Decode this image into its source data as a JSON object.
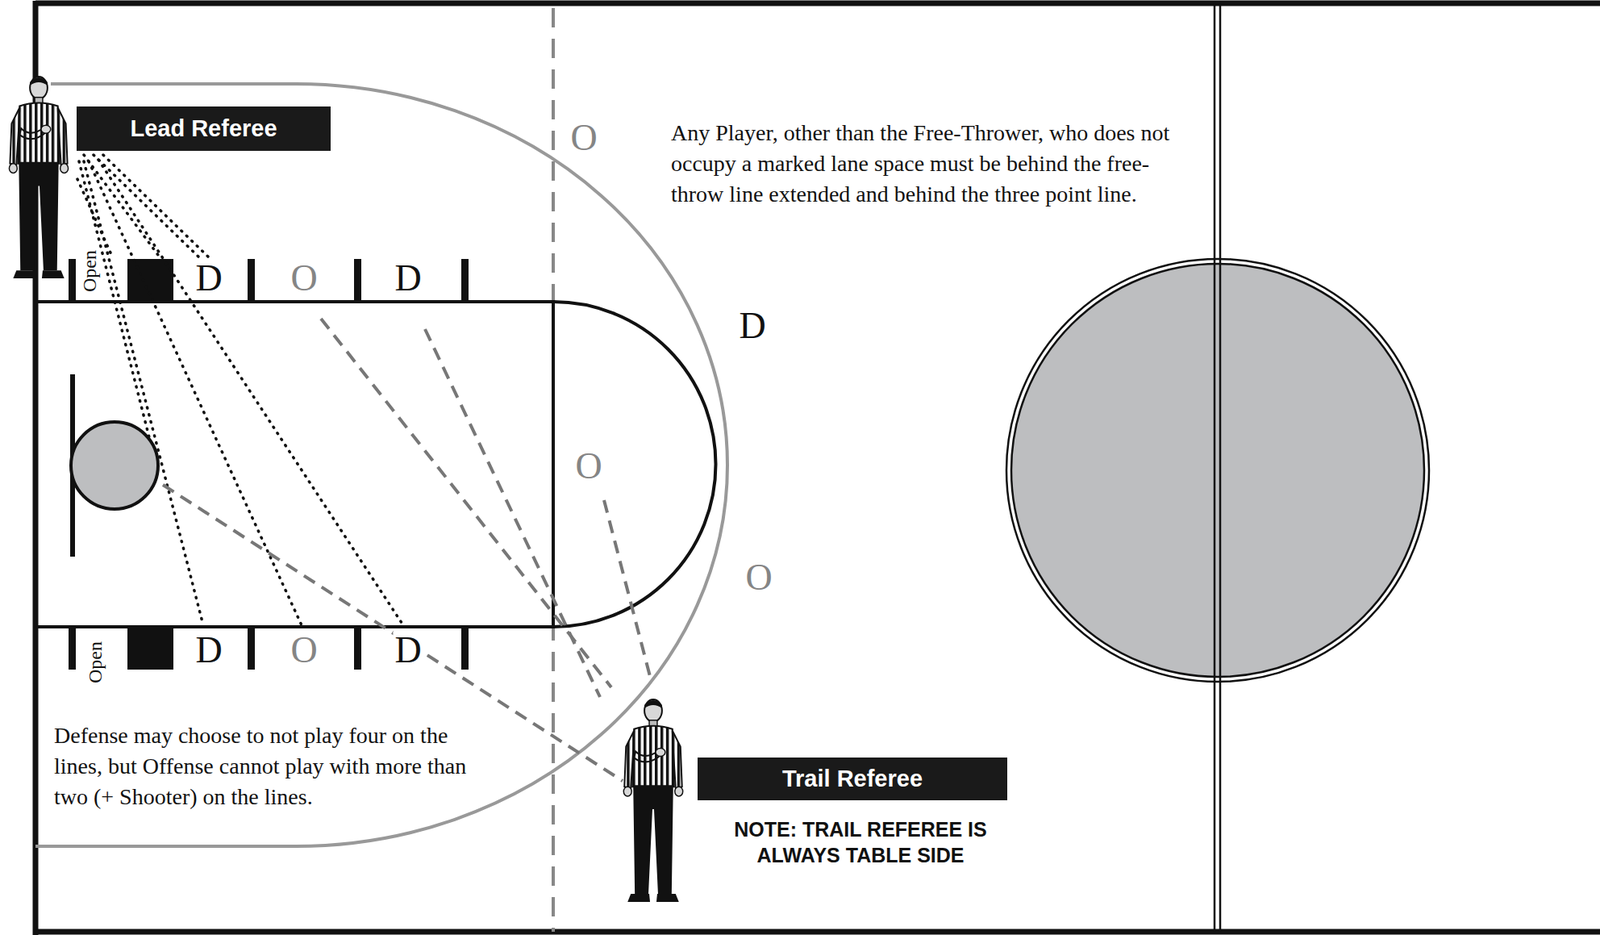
{
  "diagram": {
    "nodes": [
      {
        "text": [
          "Lead Referee"
        ]
      },
      {
        "text": [
          "Trail Referee"
        ]
      }
    ],
    "labels": [
      "Any Player, other than the Free-Thrower, who does not occupy a marked lane space must be behind the free-throw line extended and behind the three point line.",
      "O",
      "Open",
      "D",
      "O",
      "D",
      "D",
      "O",
      "O",
      "Open",
      "D",
      "O",
      "D",
      "Defense may choose to not play four on the lines, but Offense cannot play with more than two (+ Shooter) on the lines.",
      "NOTE: TRAIL REFEREE IS ALWAYS TABLE SIDE"
    ]
  }
}
